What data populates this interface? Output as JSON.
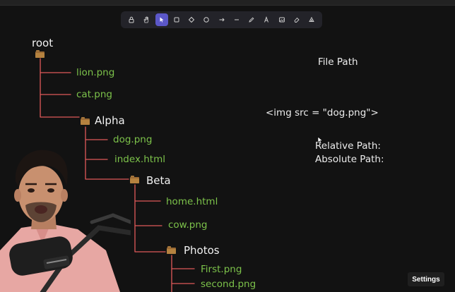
{
  "toolbar": {
    "tools": [
      {
        "icon": "lock-icon",
        "active": false
      },
      {
        "icon": "hand-icon",
        "active": false
      },
      {
        "icon": "pointer-icon",
        "active": true
      },
      {
        "icon": "rectangle-icon",
        "active": false
      },
      {
        "icon": "diamond-icon",
        "active": false
      },
      {
        "icon": "ellipse-icon",
        "active": false
      },
      {
        "icon": "arrow-icon",
        "active": false
      },
      {
        "icon": "line-icon",
        "active": false
      },
      {
        "icon": "pencil-icon",
        "active": false
      },
      {
        "icon": "text-icon",
        "active": false
      },
      {
        "icon": "image-icon",
        "active": false
      },
      {
        "icon": "eraser-icon",
        "active": false
      },
      {
        "icon": "shapes-icon",
        "active": false
      }
    ]
  },
  "tree": {
    "root": "root",
    "root_files": [
      "lion.png",
      "cat.png"
    ],
    "alpha": "Alpha",
    "alpha_files": [
      "dog.png",
      "index.html"
    ],
    "beta": "Beta",
    "beta_files": [
      "home.html",
      "cow.png"
    ],
    "photos": "Photos",
    "photos_files": [
      "First.png",
      "second.png"
    ]
  },
  "notes": {
    "title": "File Path",
    "code": "<img src = \"dog.png\">",
    "relative": "Relative Path:",
    "absolute": "Absolute Path:"
  },
  "settings_label": "Settings",
  "colors": {
    "background": "#121212",
    "file_green": "#7cc24a",
    "connector_red": "#e05a5a",
    "accent_purple": "#5b57c8"
  }
}
